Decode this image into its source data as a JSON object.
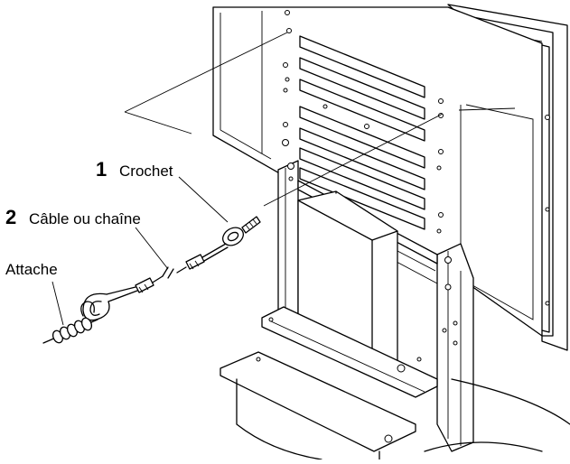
{
  "labels": {
    "hook": {
      "number": "1",
      "text": "Crochet"
    },
    "cable": {
      "number": "2",
      "text": "Câble ou chaîne"
    },
    "clip": {
      "text": "Attache"
    }
  }
}
